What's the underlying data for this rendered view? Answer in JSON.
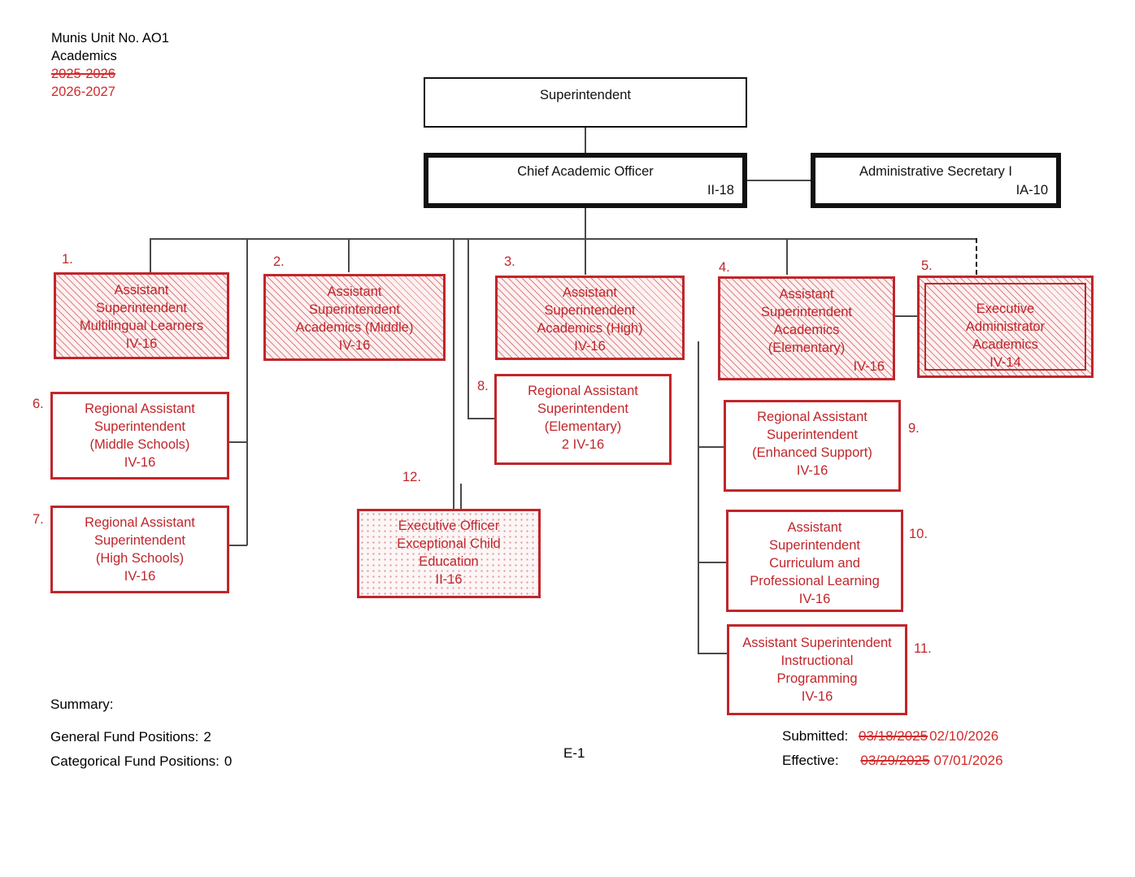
{
  "header": {
    "unit": "Munis Unit No. AO1",
    "department": "Academics",
    "year_old": "2025-2026",
    "year_new": "2026-2027"
  },
  "boxes": {
    "superintendent": {
      "title": "Superintendent",
      "grade": ""
    },
    "chief_academic_officer": {
      "title": "Chief Academic Officer",
      "grade": "II-18"
    },
    "administrative_secretary": {
      "title": "Administrative Secretary I",
      "grade": "IA-10"
    },
    "b1": {
      "num": "1.",
      "title": "Assistant\nSuperintendent\nMultilingual Learners\nIV-16",
      "fill": "hatch"
    },
    "b2": {
      "num": "2.",
      "title": "Assistant\nSuperintendent\nAcademics  (Middle)\nIV-16",
      "fill": "hatch"
    },
    "b3": {
      "num": "3.",
      "title": "Assistant\nSuperintendent\nAcademics (High)\nIV-16",
      "fill": "hatch"
    },
    "b4": {
      "num": "4.",
      "title": "Assistant\nSuperintendent\nAcademics\n(Elementary)",
      "grade": "IV-16",
      "fill": "hatch"
    },
    "b5": {
      "num": "5.",
      "title": "Executive\nAdministrator\nAcademics\nIV-14",
      "fill": "hatch"
    },
    "b6": {
      "num": "6.",
      "title": "Regional Assistant\nSuperintendent\n(Middle Schools)\nIV-16",
      "fill": "solid"
    },
    "b7": {
      "num": "7.",
      "title": "Regional Assistant\nSuperintendent\n(High Schools)\nIV-16",
      "fill": "solid"
    },
    "b8": {
      "num": "8.",
      "title": "Regional Assistant\nSuperintendent\n(Elementary)\n2  IV-16",
      "fill": "solid"
    },
    "b9": {
      "num": "9.",
      "title": "Regional Assistant\nSuperintendent\n(Enhanced Support)\nIV-16",
      "fill": "solid"
    },
    "b10": {
      "num": "10.",
      "title": "Assistant\nSuperintendent\nCurriculum and\nProfessional Learning\nIV-16",
      "fill": "solid"
    },
    "b11": {
      "num": "11.",
      "title": "Assistant Superintendent\nInstructional\nProgramming\nIV-16",
      "fill": "solid"
    },
    "b12": {
      "num": "12.",
      "title": "Executive Officer\nExceptional Child\nEducation\nII-16",
      "fill": "dot"
    }
  },
  "summary": {
    "heading": "Summary:",
    "general_label": "General Fund Positions:",
    "general_value": "2",
    "categorical_label": "Categorical Fund Positions:",
    "categorical_value": "0"
  },
  "footer": {
    "page": "E-1",
    "submitted_label": "Submitted:",
    "submitted_old": "03/18/2025",
    "submitted_new": "02/10/2026",
    "effective_label": "Effective:",
    "effective_old": "03/29/2025",
    "effective_new": "07/01/2026"
  },
  "colors": {
    "red": "#c0262b",
    "red_text": "#d32a2a",
    "black": "#111111",
    "connector": "#4a4a4a"
  }
}
